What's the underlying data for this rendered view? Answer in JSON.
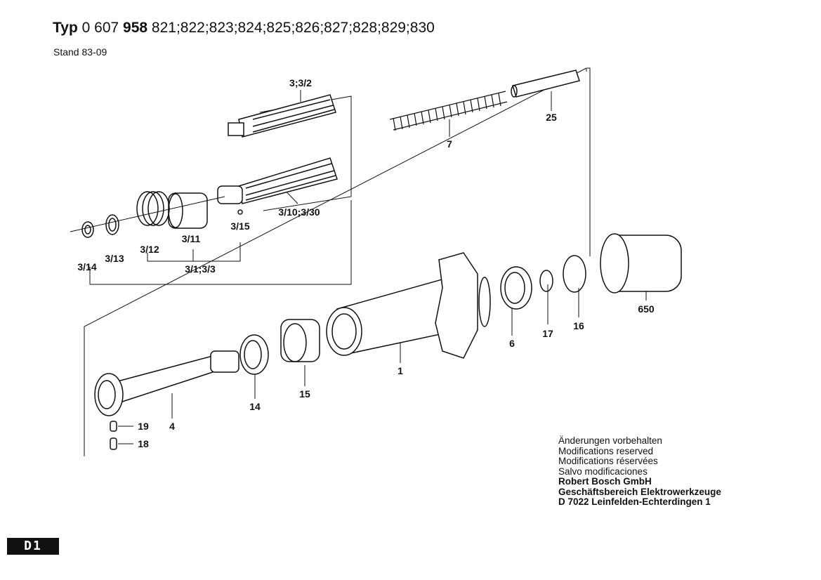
{
  "header": {
    "typ_label": "Typ",
    "typ_prefix": "0 607",
    "typ_bold": "958",
    "typ_variants": "821;822;823;824;825;826;827;828;829;830",
    "stand": "Stand  83-09"
  },
  "parts": {
    "p3_3_2": "3;3/2",
    "p25": "25",
    "p7": "7",
    "p3_10": "3/10;3/30",
    "p3_15": "3/15",
    "p3_11": "3/11",
    "p3_12": "3/12",
    "p3_13": "3/13",
    "p3_14": "3/14",
    "p3_1": "3/1;3/3",
    "p650": "650",
    "p16": "16",
    "p17": "17",
    "p6": "6",
    "p1": "1",
    "p15": "15",
    "p14": "14",
    "p4": "4",
    "p19": "19",
    "p18": "18"
  },
  "footer": {
    "l1": "Änderungen vorbehalten",
    "l2": "Modifications reserved",
    "l3": "Modifications réservées",
    "l4": "Salvo modificaciones",
    "l5": "Robert Bosch GmbH",
    "l6": "Geschäftsbereich Elektrowerkzeuge",
    "l7": "D 7022 Leinfelden-Echterdingen 1"
  },
  "badge": "D1"
}
